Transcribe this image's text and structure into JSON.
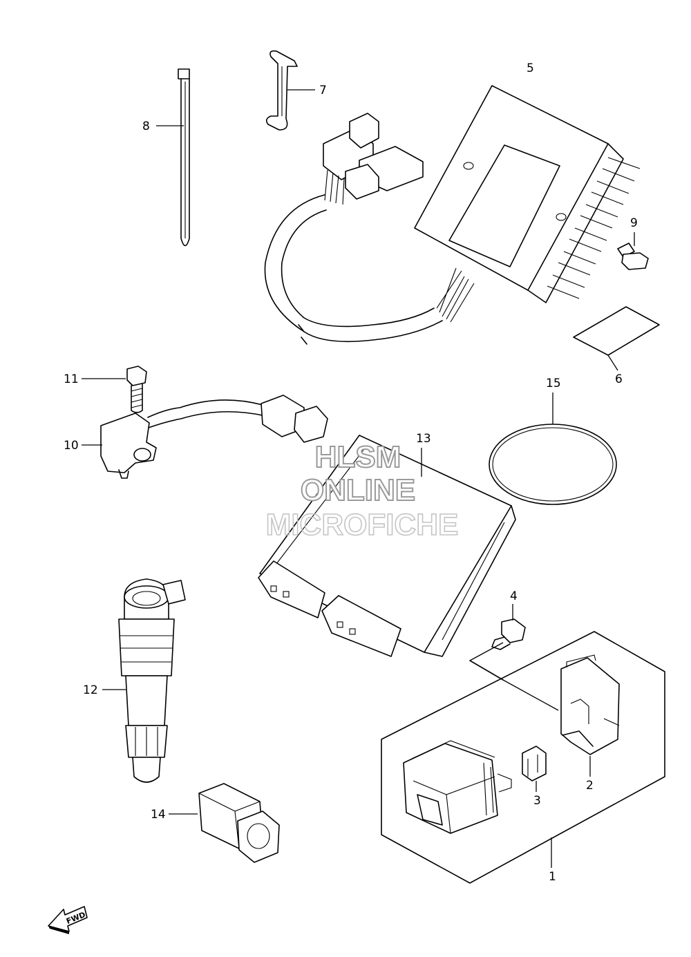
{
  "watermark": {
    "line1": "HLSM",
    "line2": "ONLINE",
    "line3": "MICROFICHE",
    "color": "#9a9a9a"
  },
  "callouts": {
    "c1": "1",
    "c2": "2",
    "c3": "3",
    "c4": "4",
    "c5": "5",
    "c6": "6",
    "c7": "7",
    "c8": "8",
    "c9": "9",
    "c10": "10",
    "c11": "11",
    "c12": "12",
    "c13": "13",
    "c14": "14",
    "c15": "15"
  },
  "fwd_label": "FWD",
  "icons": {
    "direction": "forward-arrow-icon"
  }
}
